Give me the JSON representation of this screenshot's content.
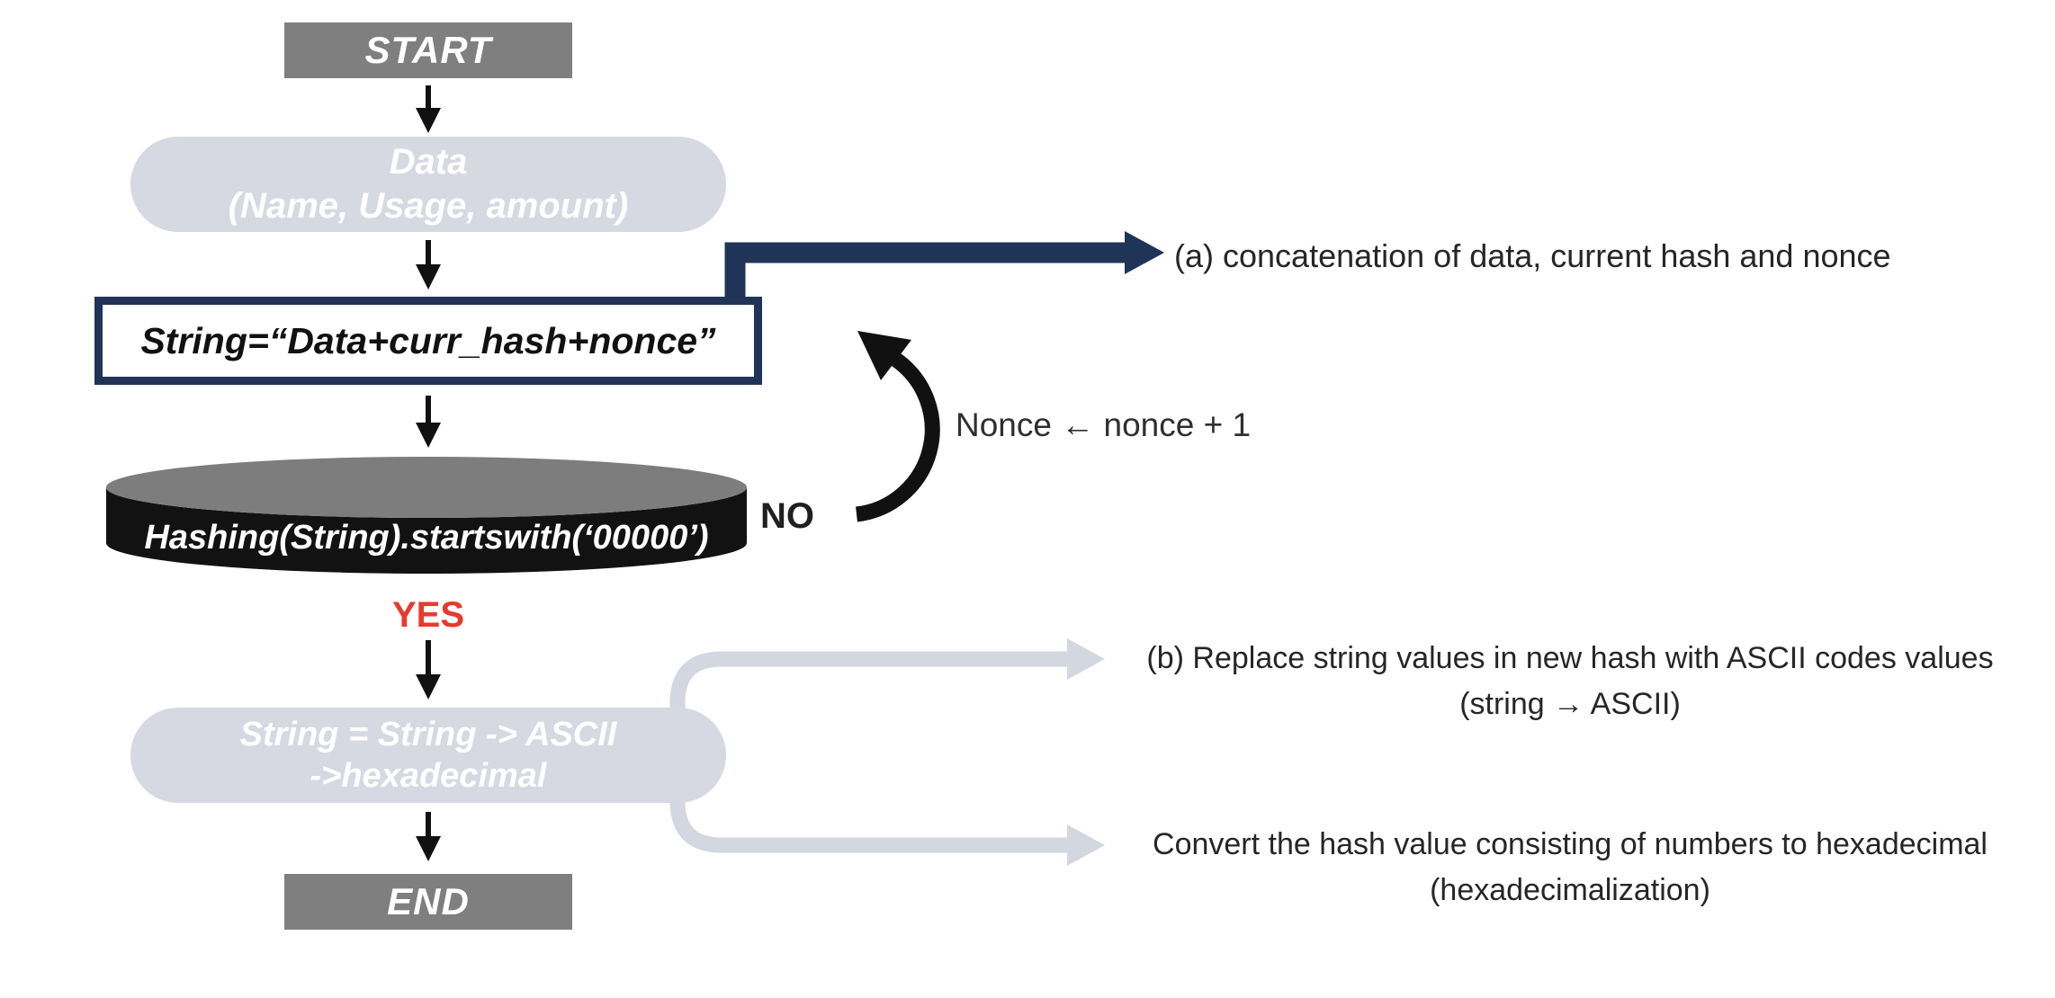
{
  "diagram_title": "Hashing flowchart",
  "nodes": {
    "start": {
      "label": "START"
    },
    "data_input": {
      "line1": "Data",
      "line2": "(Name, Usage, amount)"
    },
    "string_assign": {
      "label": "String=“Data+curr_hash+nonce”"
    },
    "hash_check": {
      "label": "Hashing(String).startswith(‘00000’)"
    },
    "ascii_convert": {
      "line1": "String = String -> ASCII",
      "line2": "->hexadecimal"
    },
    "end": {
      "label": "END"
    }
  },
  "branch_labels": {
    "no": "NO",
    "yes": "YES",
    "nonce_update": "Nonce ← nonce + 1"
  },
  "annotations": {
    "a": {
      "line1": "(a) concatenation of data, current hash and nonce"
    },
    "b": {
      "line1": "(b) Replace string values in new hash with ASCII codes values",
      "line2": "(string → ASCII)"
    },
    "c": {
      "line1": "Convert the hash value consisting of numbers to hexadecimal",
      "line2": "(hexadecimalization)"
    }
  },
  "colors": {
    "terminal_gray": "#7f7f7f",
    "pill_gray": "#d6d9e2",
    "navy": "#1f3456",
    "cylinder_body": "#121212",
    "cylinder_top": "#7d7d7d",
    "yes_red": "#e8392e",
    "light_arrow": "#d3d7e0",
    "text_dark": "#262626"
  }
}
